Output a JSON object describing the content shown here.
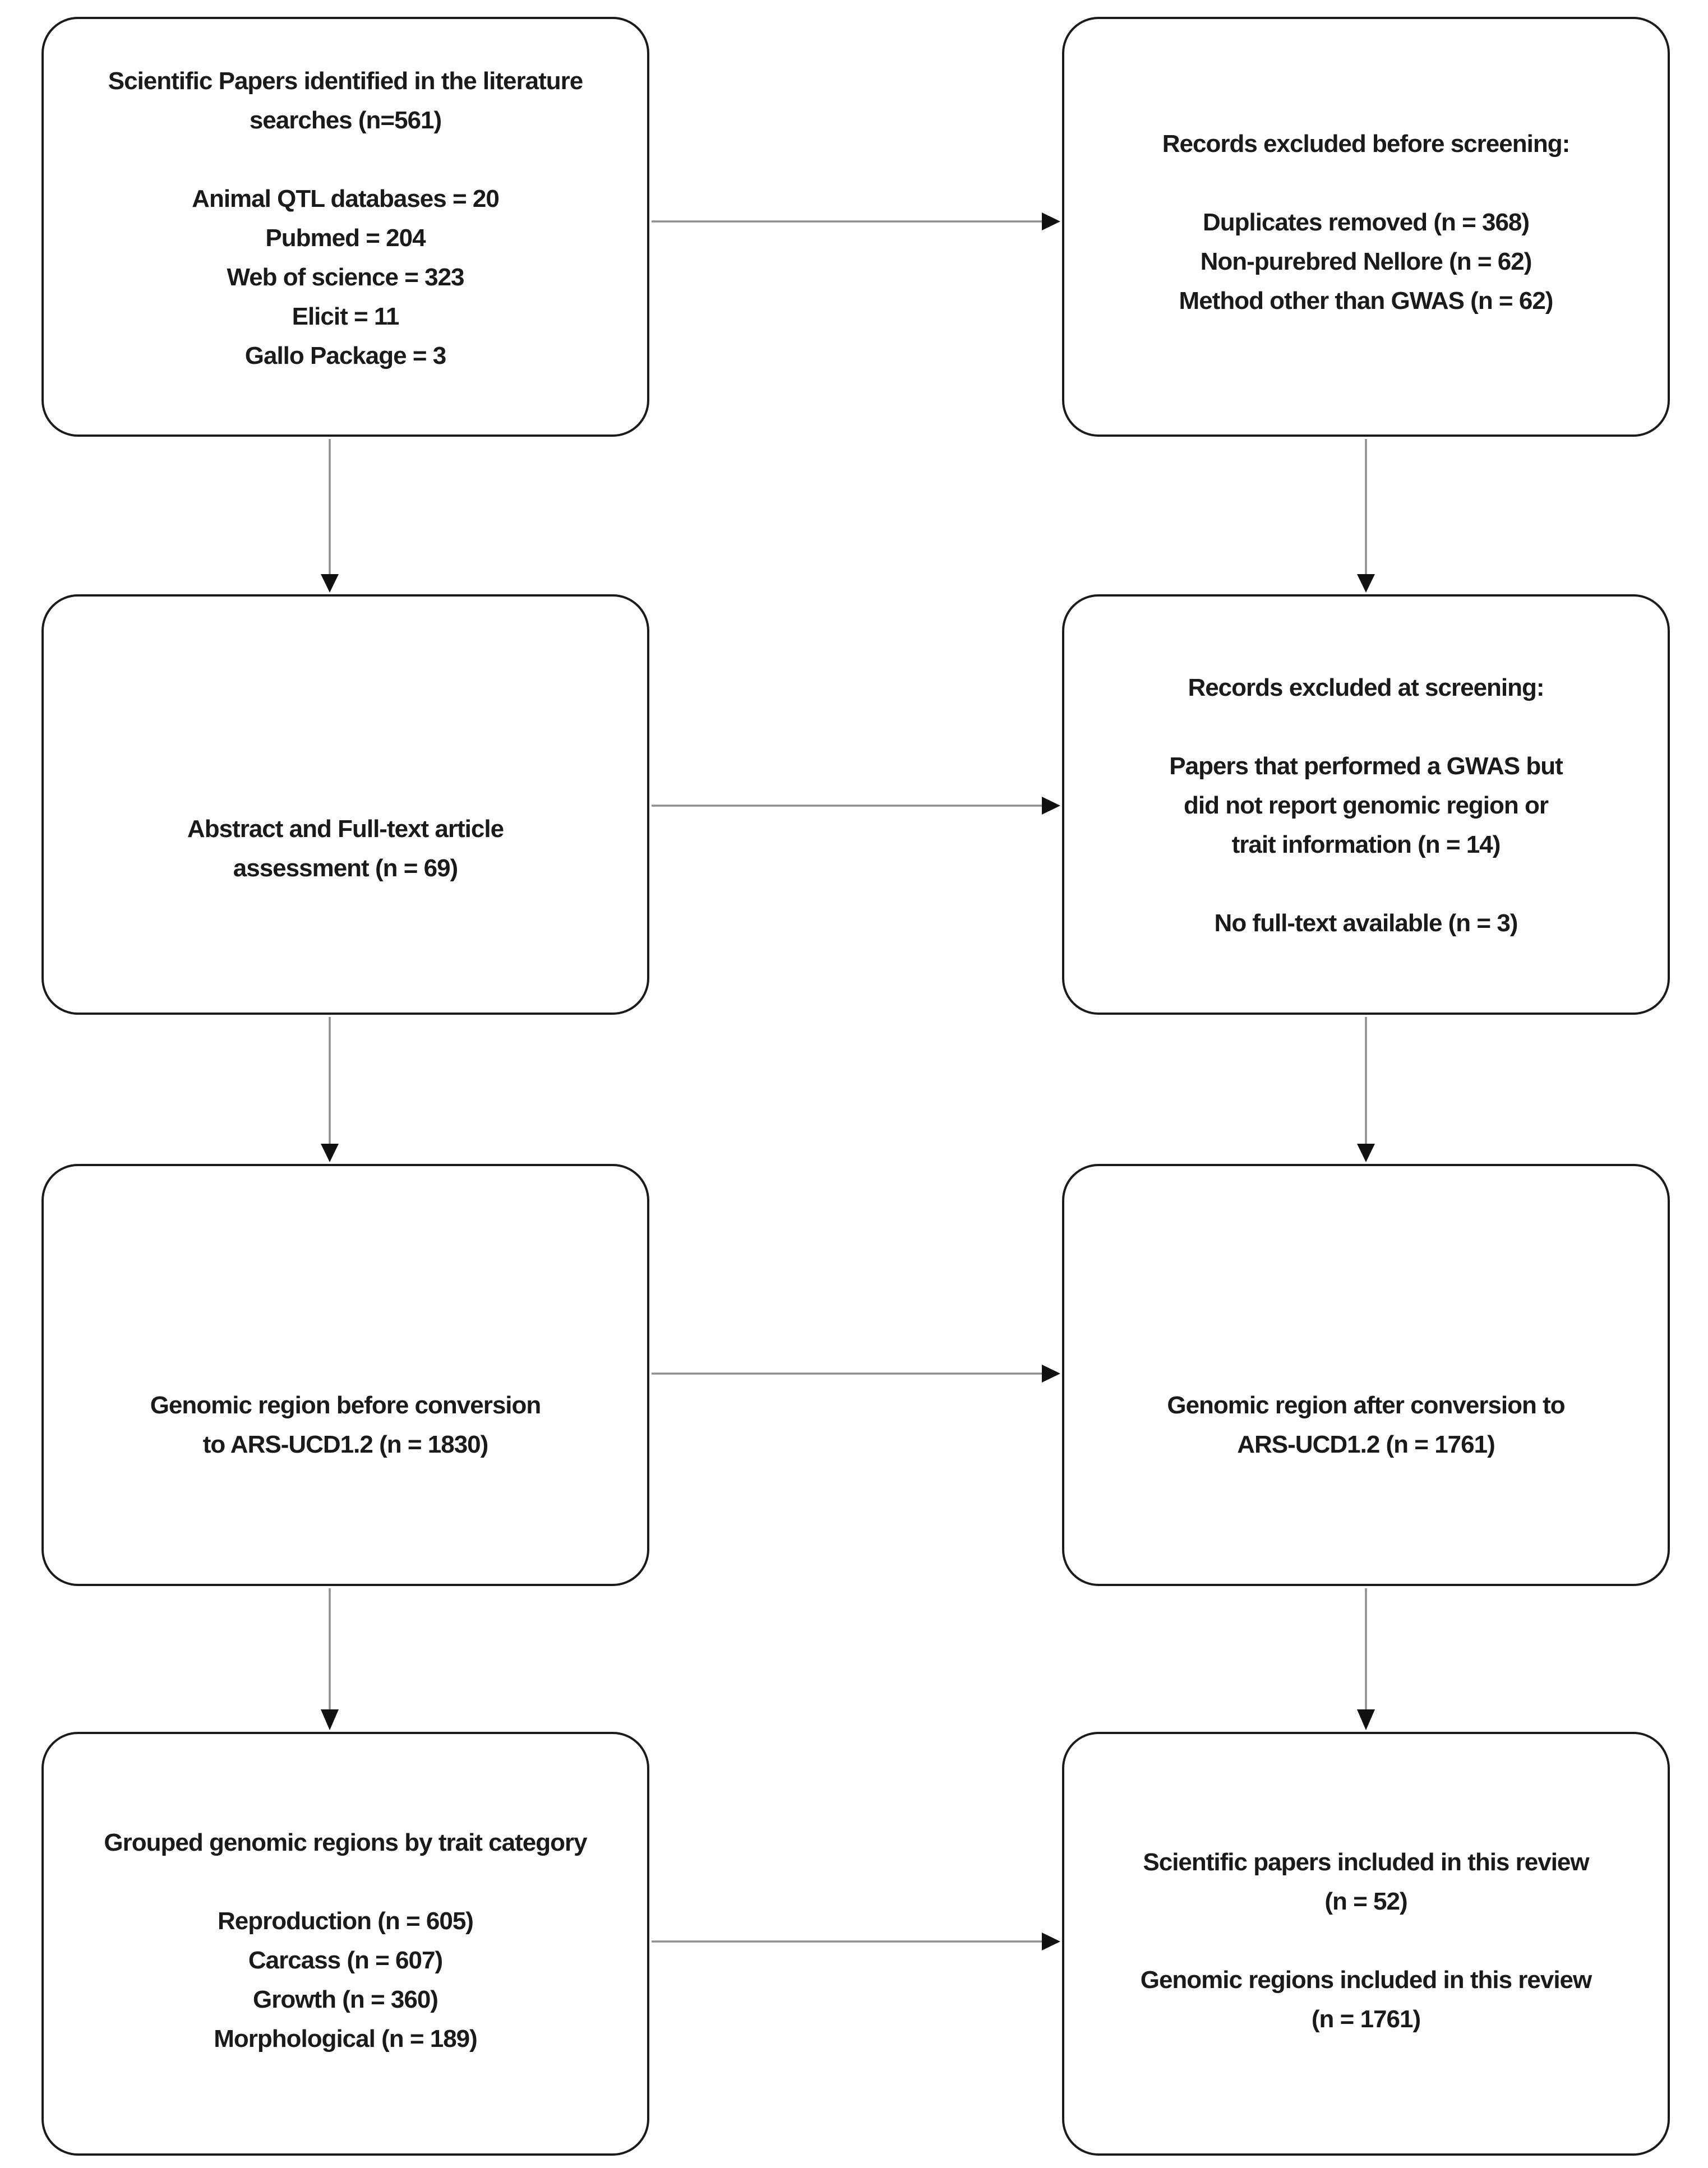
{
  "palette": {
    "background": "#ffffff",
    "box_fill": "#ffffff",
    "box_border": "#1b1b1b",
    "text": "#1a1a1a",
    "connector_line": "#8e8e8e",
    "arrowhead": "#111111"
  },
  "boxes": [
    {
      "id": "identification",
      "paragraphs": [
        [
          "Scientific Papers identified in the literature",
          "searches (n=561)"
        ],
        [
          "Animal QTL databases = 20",
          "Pubmed = 204",
          "Web of science = 323",
          "Elicit = 11",
          "Gallo Package = 3"
        ]
      ]
    },
    {
      "id": "excluded-before-screening",
      "paragraphs": [
        [
          "Records excluded before screening:"
        ],
        [
          "Duplicates removed (n = 368)",
          "Non-purebred Nellore (n = 62)",
          "Method other than GWAS (n = 62)"
        ]
      ]
    },
    {
      "id": "abstract-fulltext-assessment",
      "paragraphs": [
        [
          "Abstract and Full-text article",
          "assessment (n = 69)"
        ]
      ]
    },
    {
      "id": "excluded-at-screening",
      "paragraphs": [
        [
          "Records excluded at screening:"
        ],
        [
          "Papers that performed a GWAS but",
          "did not report genomic region or",
          "trait information (n = 14)"
        ],
        [
          "No full-text available (n = 3)"
        ]
      ]
    },
    {
      "id": "region-before-conversion",
      "paragraphs": [
        [
          "Genomic region before conversion",
          "to ARS-UCD1.2 (n = 1830)"
        ]
      ]
    },
    {
      "id": "region-after-conversion",
      "paragraphs": [
        [
          "Genomic region after conversion to",
          "ARS-UCD1.2 (n = 1761)"
        ]
      ]
    },
    {
      "id": "grouped-by-trait-category",
      "paragraphs": [
        [
          "Grouped genomic regions by trait category"
        ],
        [
          "Reproduction (n = 605)",
          "Carcass (n = 607)",
          "Growth (n = 360)",
          "Morphological (n = 189)"
        ]
      ]
    },
    {
      "id": "included-in-review",
      "paragraphs": [
        [
          "Scientific papers included in this review",
          "(n = 52)"
        ],
        [
          "Genomic regions included in this review",
          "(n = 1761)"
        ]
      ]
    }
  ]
}
